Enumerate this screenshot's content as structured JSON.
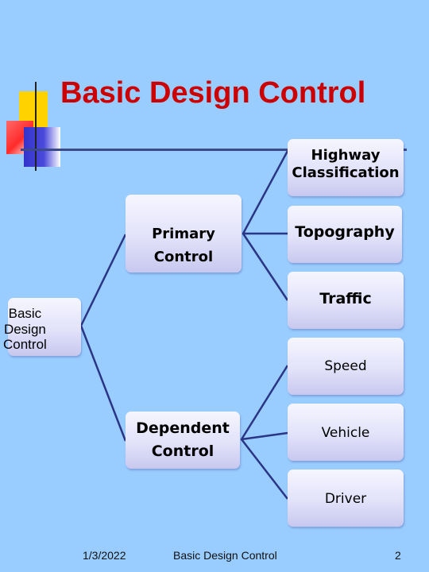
{
  "title": "Basic Design Control",
  "diagram": {
    "root": "Basic\nDesign\nControl",
    "groups": [
      {
        "label": "Primary\nControl",
        "children": [
          "Highway\nClassification",
          "Topography",
          "Traffic"
        ]
      },
      {
        "label": "Dependent\nControl",
        "children": [
          "Speed",
          "Vehicle",
          "Driver"
        ]
      }
    ]
  },
  "footer": {
    "date": "1/3/2022",
    "title": "Basic Design Control",
    "page": "2"
  },
  "colors": {
    "background": "#99ccff",
    "title": "#cc0000",
    "connector": "#2b3585",
    "deco_yellow": "#ffd200",
    "deco_red": "#ff2a2a",
    "deco_blue": "#3333cc"
  }
}
